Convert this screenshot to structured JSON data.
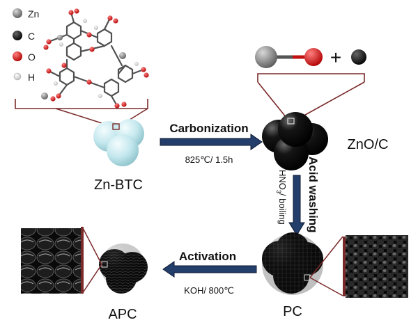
{
  "legend": {
    "items": [
      {
        "symbol": "Zn",
        "label": "Zn",
        "color": "#8a8a8a"
      },
      {
        "symbol": "C",
        "label": "C",
        "color": "#1a1a1a"
      },
      {
        "symbol": "O",
        "label": "O",
        "color": "#e0141b"
      },
      {
        "symbol": "H",
        "label": "H",
        "color": "#f2f2f2"
      }
    ]
  },
  "nodes": {
    "zn_btc": "Zn-BTC",
    "zno_c": "ZnO/C",
    "pc": "PC",
    "apc": "APC"
  },
  "equation": {
    "plus": "+"
  },
  "steps": {
    "carbonization": {
      "label": "Carbonization",
      "condition": "825℃/ 1.5h"
    },
    "acid_washing": {
      "label": "Acid washing",
      "condition_prefix": "HNO",
      "condition_sub": "3",
      "condition_suffix": "/ boiling"
    },
    "activation": {
      "label": "Activation",
      "condition": "KOH/ 800℃"
    }
  },
  "colors": {
    "arrow_fill": "#233e6a",
    "arrow_edge": "#0d1a30",
    "zoom_line": "#7b2a2a",
    "zn_btc_sphere": "#bfe5ec",
    "carbon_sphere": "#0a0a0a"
  }
}
